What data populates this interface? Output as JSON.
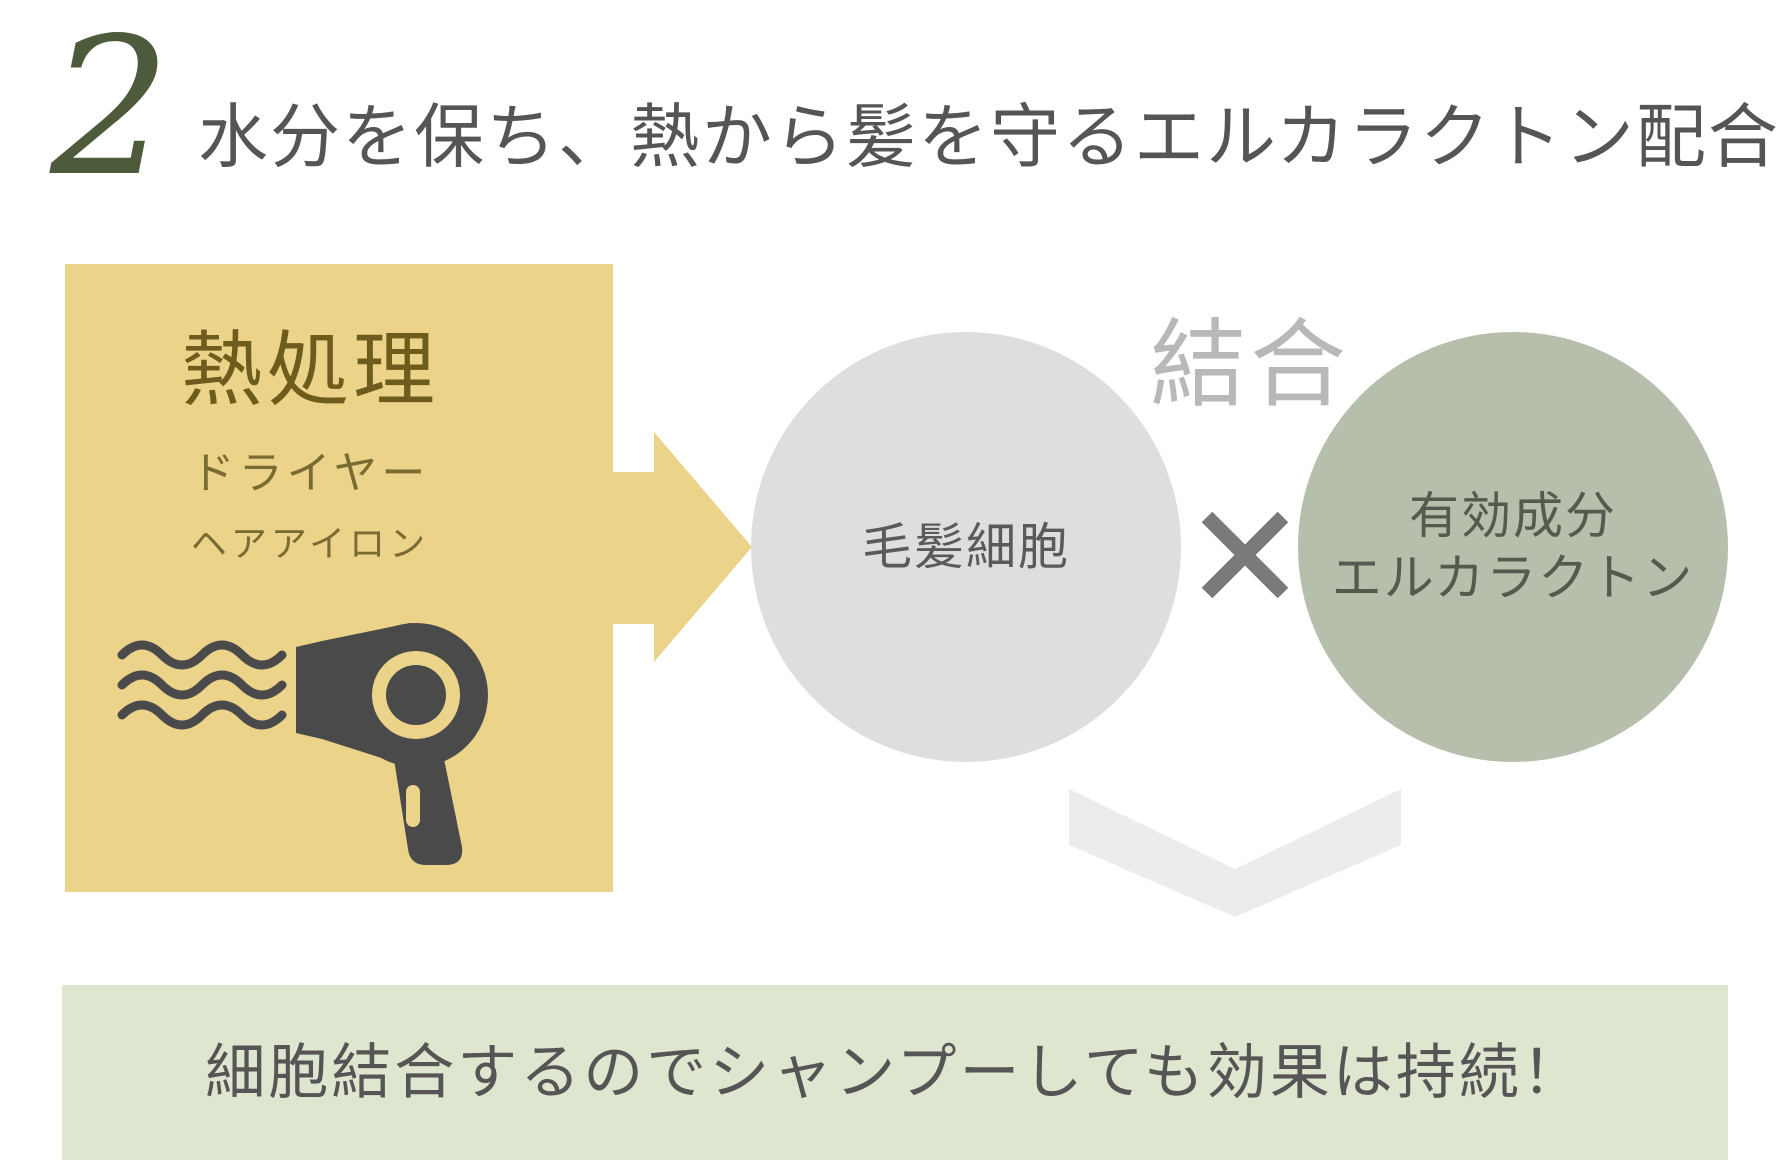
{
  "header": {
    "step_number": "2",
    "heading": "水分を保ち、熱から髪を守るエルカラクトン配合"
  },
  "heat_panel": {
    "title": "熱処理",
    "subtitle_1": "ドライヤー",
    "subtitle_2": "ヘアアイロン",
    "icons": [
      "heat-waves-icon",
      "hair-dryer-icon"
    ]
  },
  "diagram": {
    "hair_cell_label": "毛髪細胞",
    "bond_label": "結合",
    "ingredient_line_1": "有効成分",
    "ingredient_line_2": "エルカラクトン",
    "operator_icon": "times-icon",
    "flow_icons": [
      "right-arrow-icon",
      "chevron-down-icon"
    ]
  },
  "result": {
    "text": "細胞結合するのでシャンプーしても効果は持続！"
  },
  "colors": {
    "heat_panel": "#ebd389",
    "arrow": "#ebd389",
    "hair_circle": "#dedede",
    "ingredient_circle": "#b5bfac",
    "banner": "#dfe6cf",
    "step_number": "#4d5a3c",
    "icon_dark": "#4a4a4a"
  }
}
